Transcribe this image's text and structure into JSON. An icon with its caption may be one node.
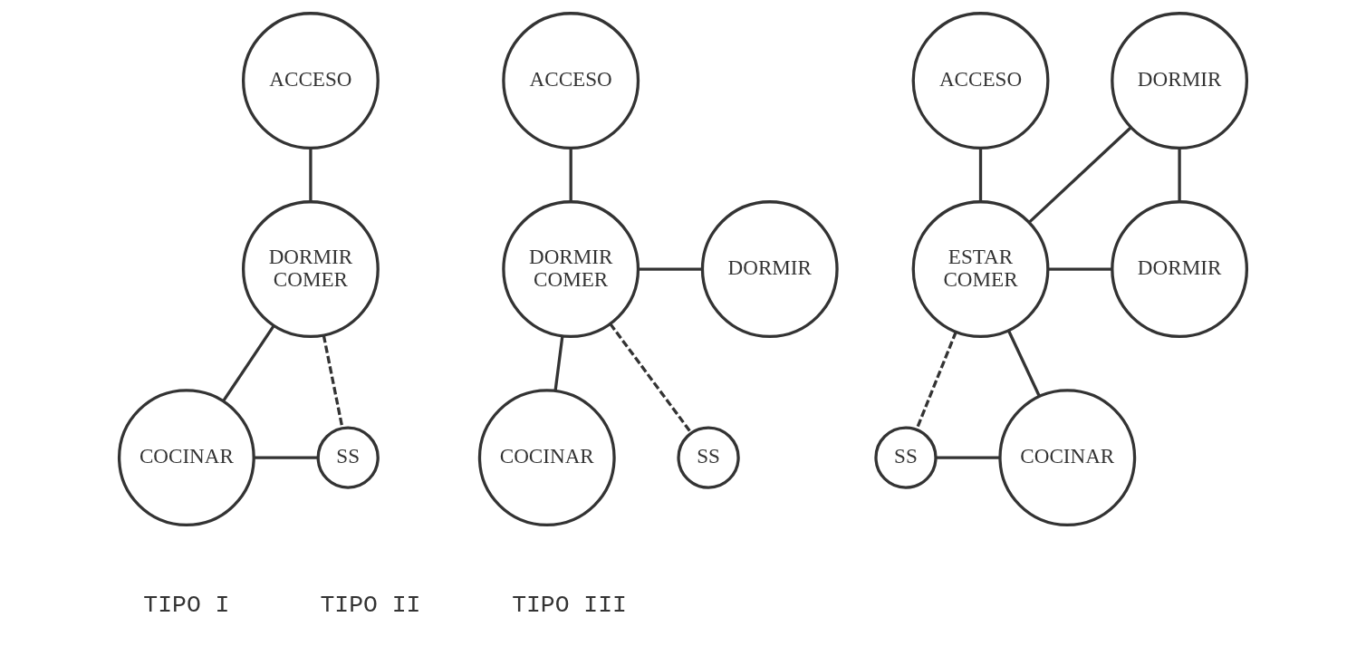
{
  "diagram": {
    "nodes": [
      {
        "text": [
          "ACCESO"
        ]
      },
      {
        "text": [
          "DORMIR COMER"
        ]
      },
      {
        "text": [
          "COCINAR"
        ]
      },
      {
        "text": [
          "SS"
        ]
      },
      {
        "text": [
          "ACCESO"
        ]
      },
      {
        "text": [
          "DORMIR"
        ]
      },
      {
        "text": [
          "DORMIR COMER"
        ]
      },
      {
        "text": [
          "COCINAR"
        ]
      },
      {
        "text": [
          "SS"
        ]
      },
      {
        "text": [
          "ACCESO"
        ]
      },
      {
        "text": [
          "DORMIR"
        ]
      },
      {
        "text": [
          "ESTAR COMER"
        ]
      },
      {
        "text": [
          "DORMIR"
        ]
      },
      {
        "text": [
          "SS"
        ]
      },
      {
        "text": [
          "COCINAR"
        ]
      }
    ],
    "edges": [
      {
        "from": 0,
        "to": 1,
        "arrow": "none"
      },
      {
        "from": 1,
        "to": 2,
        "arrow": "none"
      },
      {
        "from": 1,
        "to": 3,
        "arrow": "none",
        "style": "dashed"
      },
      {
        "from": 2,
        "to": 3,
        "arrow": "none"
      },
      {
        "from": 4,
        "to": 6,
        "arrow": "none"
      },
      {
        "from": 6,
        "to": 5,
        "arrow": "none"
      },
      {
        "from": 6,
        "to": 7,
        "arrow": "none"
      },
      {
        "from": 6,
        "to": 8,
        "arrow": "none",
        "style": "dashed"
      },
      {
        "from": 9,
        "to": 11,
        "arrow": "none"
      },
      {
        "from": 10,
        "to": 11,
        "arrow": "none"
      },
      {
        "from": 10,
        "to": 12,
        "arrow": "none"
      },
      {
        "from": 12,
        "to": 11,
        "arrow": "none"
      },
      {
        "from": 11,
        "to": 14,
        "arrow": "none"
      },
      {
        "from": 11,
        "to": 13,
        "arrow": "none",
        "style": "dashed"
      },
      {
        "from": 13,
        "to": 14,
        "arrow": "none"
      }
    ],
    "labels": [
      "TIPO I",
      "TIPO II",
      "TIPO III"
    ]
  }
}
